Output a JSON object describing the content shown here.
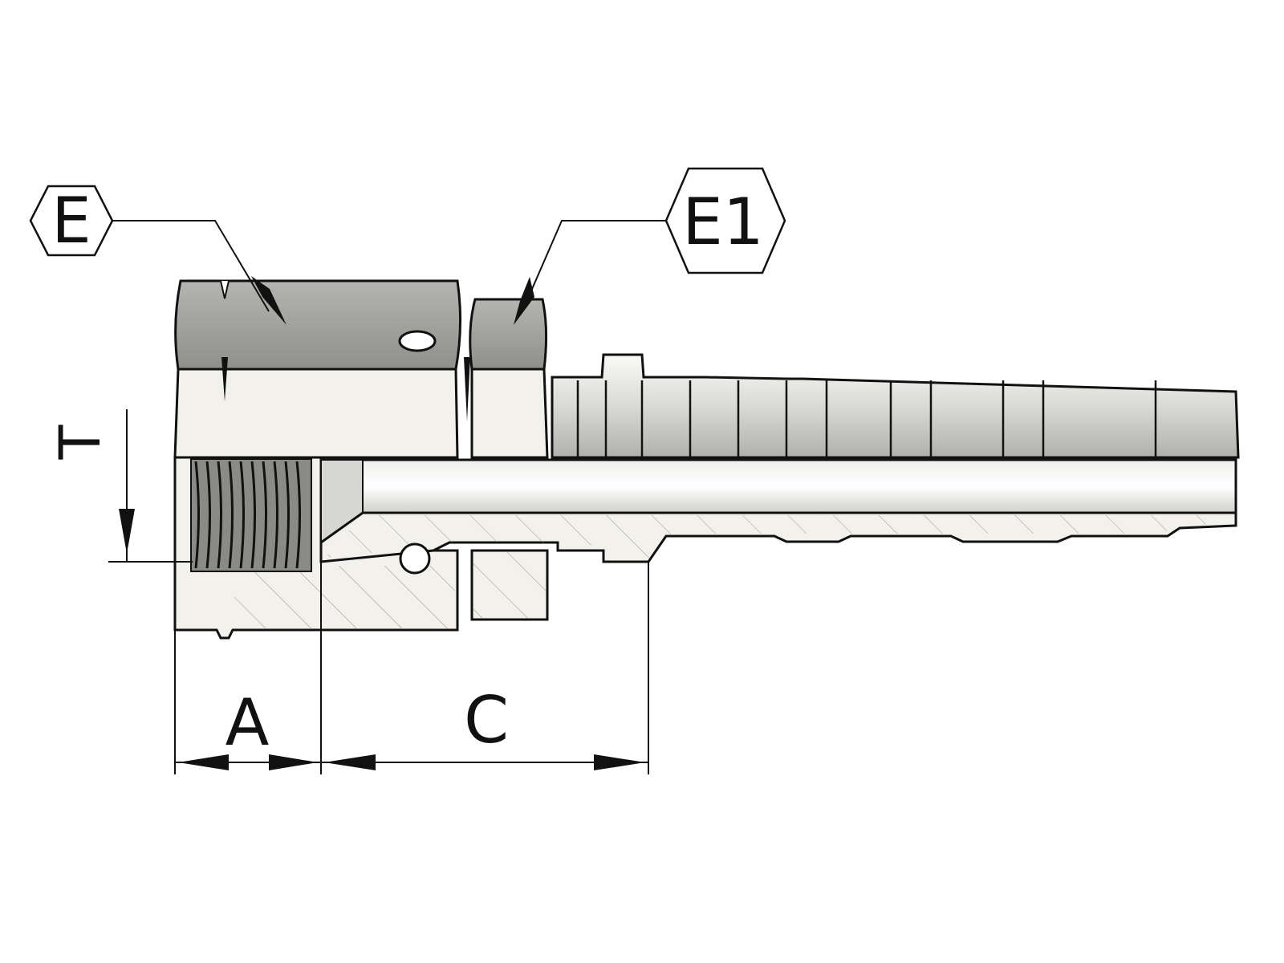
{
  "labels": {
    "e": "E",
    "e1": "E1",
    "t": "T",
    "a": "A",
    "c": "C"
  },
  "colors": {
    "hex_body": "#9c9c98",
    "metal_light": "#ecebe6",
    "bore": "#dcdcd8",
    "outline": "#111111"
  }
}
